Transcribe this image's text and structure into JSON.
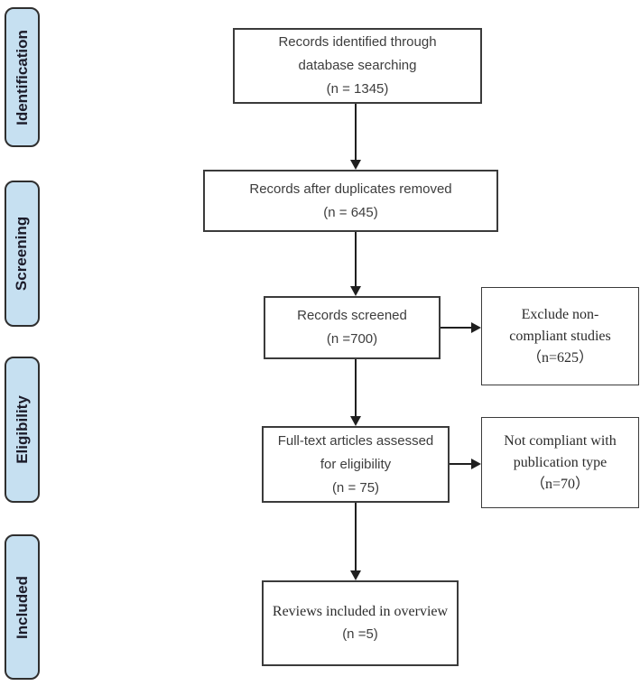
{
  "diagram": {
    "type": "prisma-flowchart",
    "phases": [
      {
        "label": "Identification"
      },
      {
        "label": "Screening"
      },
      {
        "label": "Eligibility"
      },
      {
        "label": "Included"
      }
    ],
    "main_boxes": [
      {
        "name": "records-identified",
        "lines": [
          "Records identified through",
          "database searching",
          "(n = 1345)"
        ]
      },
      {
        "name": "duplicates-removed",
        "lines": [
          "Records after duplicates removed",
          "(n = 645)"
        ]
      },
      {
        "name": "records-screened",
        "lines": [
          "Records screened",
          "(n =700)"
        ]
      },
      {
        "name": "fulltext-assessed",
        "lines": [
          "Full-text articles assessed",
          "for eligibility",
          "(n = 75)"
        ]
      },
      {
        "name": "reviews-included",
        "lines": [
          "Reviews included in overview",
          "(n =5)"
        ]
      }
    ],
    "side_boxes": [
      {
        "name": "exclude-noncompliant",
        "lines": [
          "Exclude non-",
          "compliant studies",
          "（n=625）"
        ]
      },
      {
        "name": "not-compliant-publication",
        "lines": [
          "Not compliant with",
          "publication type",
          "（n=70）"
        ]
      }
    ],
    "colors": {
      "phase_fill": "#c6e0f1",
      "phase_border": "#2f2f2f",
      "box_border": "#3b3b3b",
      "arrow": "#1f1f1f",
      "text_main": "#3d3d3d",
      "text_serif": "#2b2b2b",
      "background": "#ffffff"
    }
  }
}
